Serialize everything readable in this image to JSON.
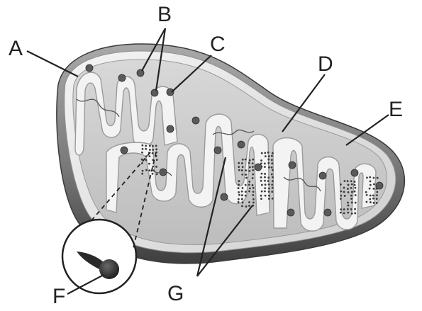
{
  "labels": {
    "a": "A",
    "b": "B",
    "c": "C",
    "d": "D",
    "e": "E",
    "f": "F",
    "g": "G"
  },
  "colors": {
    "outer_membrane": "#8a8a8a",
    "outer_shadow": "#4d4d4d",
    "inner_surface": "#e6e6e6",
    "cristae_fill": "#f3f3f3",
    "cristae_edge": "#9a9a9a",
    "granule": "#3a3a3a",
    "label": "#222222"
  }
}
